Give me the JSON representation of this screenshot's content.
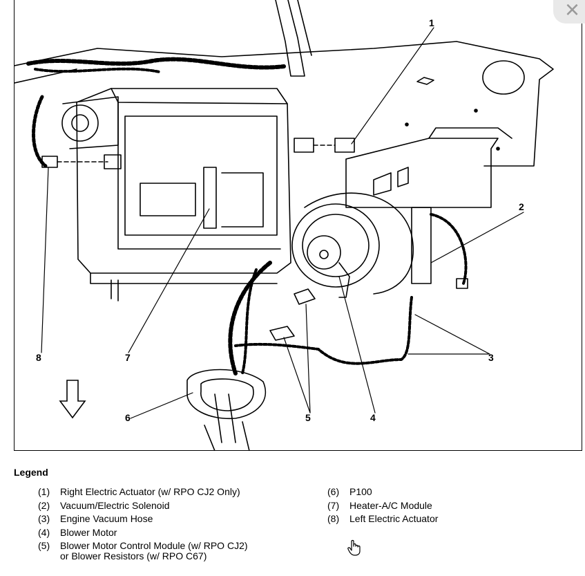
{
  "callouts": [
    "1",
    "2",
    "3",
    "4",
    "5",
    "6",
    "7",
    "8"
  ],
  "legend": {
    "title": "Legend",
    "left_items": [
      {
        "num": "(1)",
        "text": "Right Electric Actuator (w/ RPO CJ2 Only)"
      },
      {
        "num": "(2)",
        "text": "Vacuum/Electric Solenoid"
      },
      {
        "num": "(3)",
        "text": "Engine Vacuum Hose"
      },
      {
        "num": "(4)",
        "text": "Blower Motor"
      },
      {
        "num": "(5)",
        "text": "Blower Motor Control Module (w/ RPO CJ2)\nor Blower Resistors (w/ RPO C67)"
      }
    ],
    "right_items": [
      {
        "num": "(6)",
        "text": "P100"
      },
      {
        "num": "(7)",
        "text": "Heater-A/C Module"
      },
      {
        "num": "(8)",
        "text": "Left Electric Actuator"
      }
    ]
  },
  "icons": {
    "close": "close-icon",
    "cursor": "hand-pointer-icon",
    "direction": "down-arrow-icon"
  }
}
